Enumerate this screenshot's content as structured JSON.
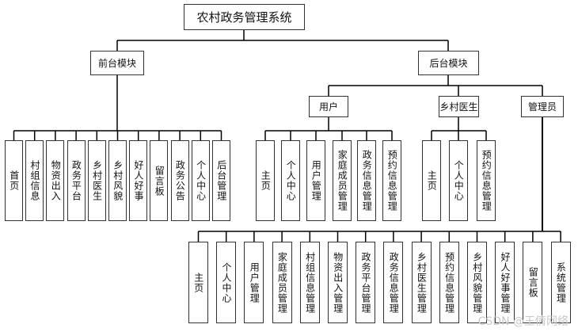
{
  "diagram": {
    "root": "农村政务管理系统",
    "front": {
      "label": "前台模块",
      "items": [
        "首页",
        "村组信息",
        "物资出入",
        "政务平台",
        "乡村医生",
        "乡村风貌",
        "好人好事",
        "留言板",
        "政务公告",
        "个人中心",
        "后台管理"
      ]
    },
    "back": {
      "label": "后台模块",
      "user": {
        "label": "用户",
        "items": [
          "主页",
          "个人中心",
          "用户管理",
          "家庭成员管理",
          "政务信息管理",
          "预约信息管理"
        ]
      },
      "doctor": {
        "label": "乡村医生",
        "items": [
          "主页",
          "个人中心",
          "预约信息管理"
        ]
      },
      "admin": {
        "label": "管理员",
        "items": [
          "主页",
          "个人中心",
          "用户管理",
          "家庭成员管理",
          "村组信息管理",
          "物资出入管理",
          "政务平台管理",
          "政务信息管理",
          "乡村医生管理",
          "预约信息管理",
          "乡村风貌管理",
          "好人好事管理",
          "留言板",
          "系统管理"
        ]
      }
    }
  },
  "watermark": "CSDN @王倩网络"
}
